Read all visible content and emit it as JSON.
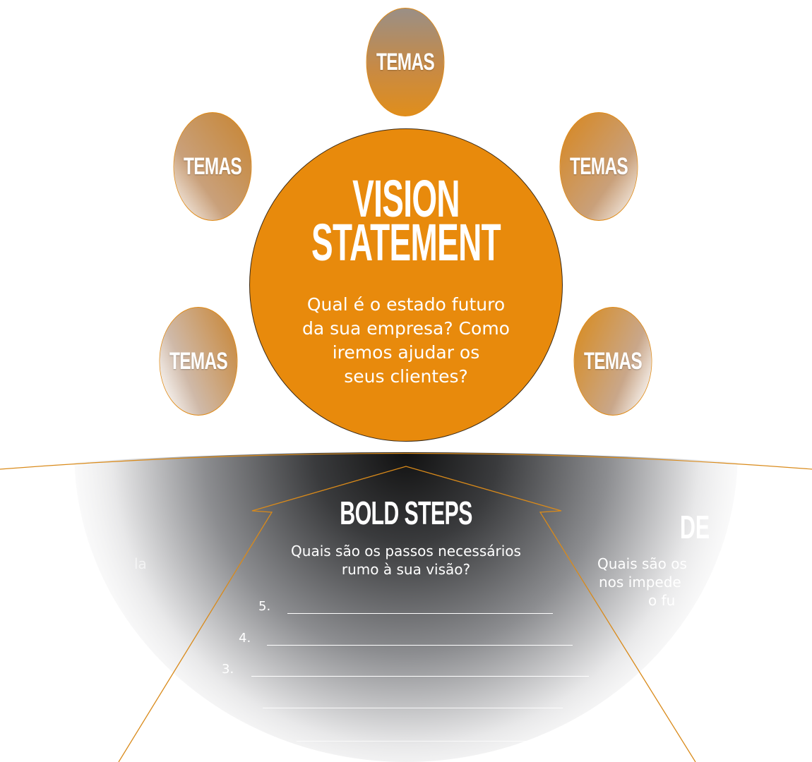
{
  "themes": [
    {
      "label": "TEMAS"
    },
    {
      "label": "TEMAS"
    },
    {
      "label": "TEMAS"
    },
    {
      "label": "TEMAS"
    },
    {
      "label": "TEMAS"
    }
  ],
  "vision": {
    "title_line1": "VISION",
    "title_line2": "STATEMENT",
    "question_lines": [
      "Qual é o estado futuro",
      "da sua empresa? Como",
      "iremos ajudar os",
      "seus clientes?"
    ]
  },
  "bold_steps": {
    "title": "BOLD STEPS",
    "question_lines": [
      "Quais são os passos necessários",
      "rumo à sua visão?"
    ],
    "steps": [
      "5.",
      "4.",
      "3."
    ]
  },
  "right_panel": {
    "title_fragment": "DE",
    "question_lines": [
      "Quais são os",
      "nos impede",
      "o fu"
    ]
  },
  "left_panel": {
    "question_fragment": "la"
  },
  "colors": {
    "accent": "#e88a0c",
    "dark": "#1a1a1a"
  }
}
